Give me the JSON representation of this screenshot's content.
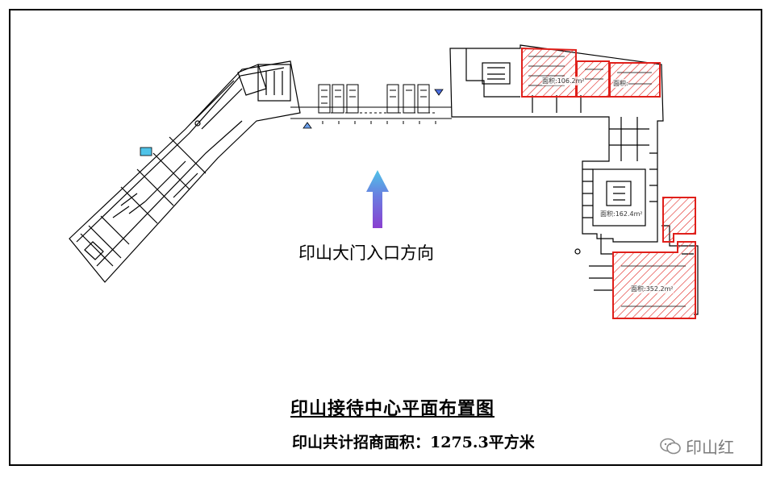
{
  "entrance_label": "印山大门入口方向",
  "plan_title": "印山接待中心平面布置图",
  "area_total": "印山共计招商面积：1275.3平方米",
  "areas": {
    "zone_a": "面积:106.2m²",
    "zone_b": "面积:",
    "zone_c": "面积:162.4m²",
    "zone_d": "面积:352.2m²"
  },
  "watermark": "印山红",
  "colors": {
    "frame": "#000000",
    "lease_zone": "#e0201b",
    "arrow_top": "#4fc3e8",
    "arrow_bottom": "#7b3fd0",
    "walls": "#000000"
  }
}
